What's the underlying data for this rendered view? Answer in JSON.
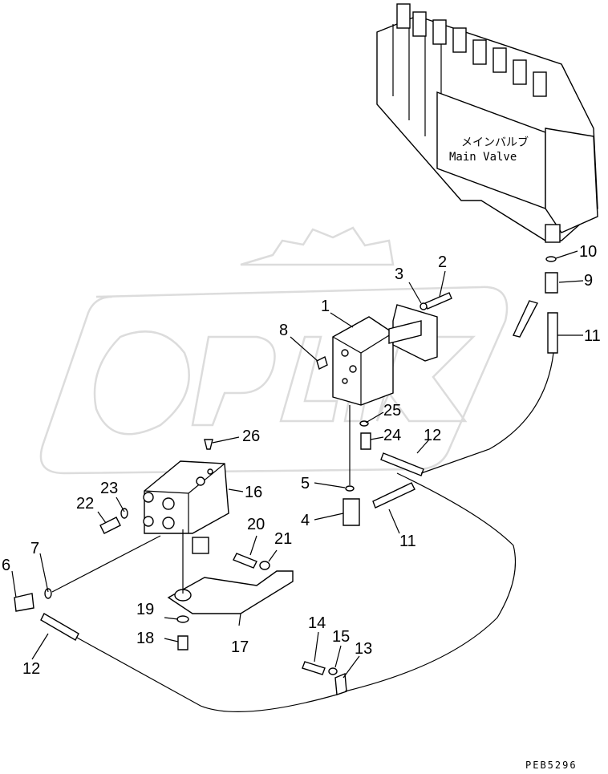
{
  "valve_label": {
    "jp": "メインバルブ",
    "en": "Main Valve"
  },
  "parts": [
    {
      "id": "p1",
      "label": "1"
    },
    {
      "id": "p2",
      "label": "2"
    },
    {
      "id": "p3",
      "label": "3"
    },
    {
      "id": "p4",
      "label": "4"
    },
    {
      "id": "p5",
      "label": "5"
    },
    {
      "id": "p6",
      "label": "6"
    },
    {
      "id": "p7",
      "label": "7"
    },
    {
      "id": "p8",
      "label": "8"
    },
    {
      "id": "p9",
      "label": "9"
    },
    {
      "id": "p10",
      "label": "10"
    },
    {
      "id": "p11a",
      "label": "11"
    },
    {
      "id": "p11b",
      "label": "11"
    },
    {
      "id": "p12a",
      "label": "12"
    },
    {
      "id": "p12b",
      "label": "12"
    },
    {
      "id": "p13",
      "label": "13"
    },
    {
      "id": "p14",
      "label": "14"
    },
    {
      "id": "p15",
      "label": "15"
    },
    {
      "id": "p16",
      "label": "16"
    },
    {
      "id": "p17",
      "label": "17"
    },
    {
      "id": "p18",
      "label": "18"
    },
    {
      "id": "p19",
      "label": "19"
    },
    {
      "id": "p20",
      "label": "20"
    },
    {
      "id": "p21",
      "label": "21"
    },
    {
      "id": "p22",
      "label": "22"
    },
    {
      "id": "p23",
      "label": "23"
    },
    {
      "id": "p24",
      "label": "24"
    },
    {
      "id": "p25",
      "label": "25"
    },
    {
      "id": "p26",
      "label": "26"
    }
  ],
  "drawing_code": "PEB5296"
}
